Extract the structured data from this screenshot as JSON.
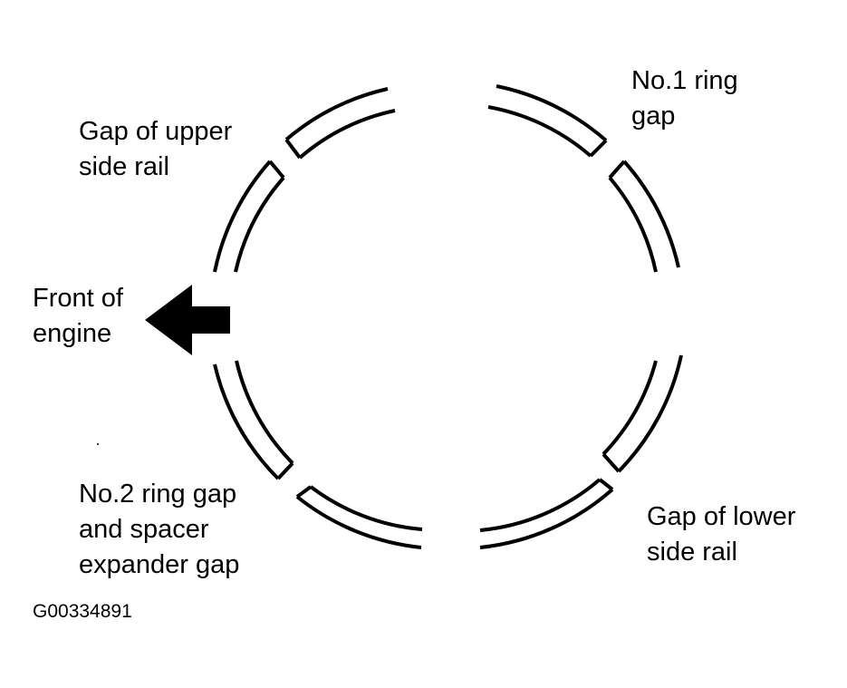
{
  "labels": {
    "no1_ring_gap": [
      "No.1 ring",
      "gap"
    ],
    "upper_side_rail_gap": [
      "Gap of upper",
      "side rail"
    ],
    "front_of_engine": [
      "Front of",
      "engine"
    ],
    "no2_ring_spacer_gap": [
      "No.2 ring gap",
      "and spacer",
      "expander gap"
    ],
    "lower_side_rail_gap": [
      "Gap of lower",
      "side rail"
    ]
  },
  "figure_id": "G00334891",
  "colors": {
    "ink": "#000000",
    "background": "#ffffff"
  },
  "icons": {
    "front_arrow": "left-arrow-icon"
  }
}
